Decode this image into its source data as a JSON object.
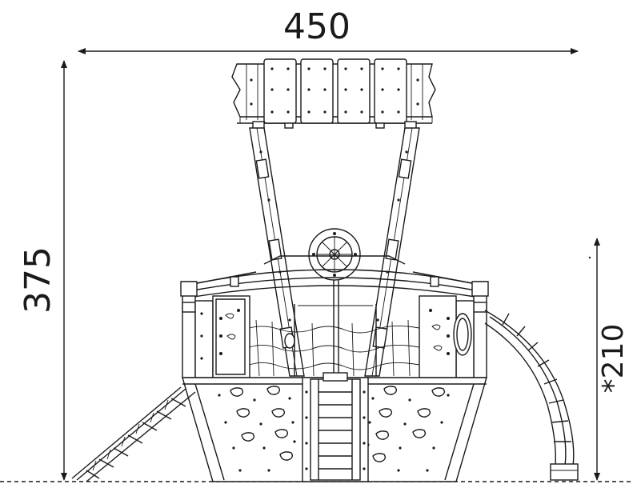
{
  "drawing": {
    "width_label": "450",
    "height_label": "375",
    "platform_height_label": "*210"
  },
  "colors": {
    "line": "#1a1a1a",
    "background": "#ffffff"
  }
}
